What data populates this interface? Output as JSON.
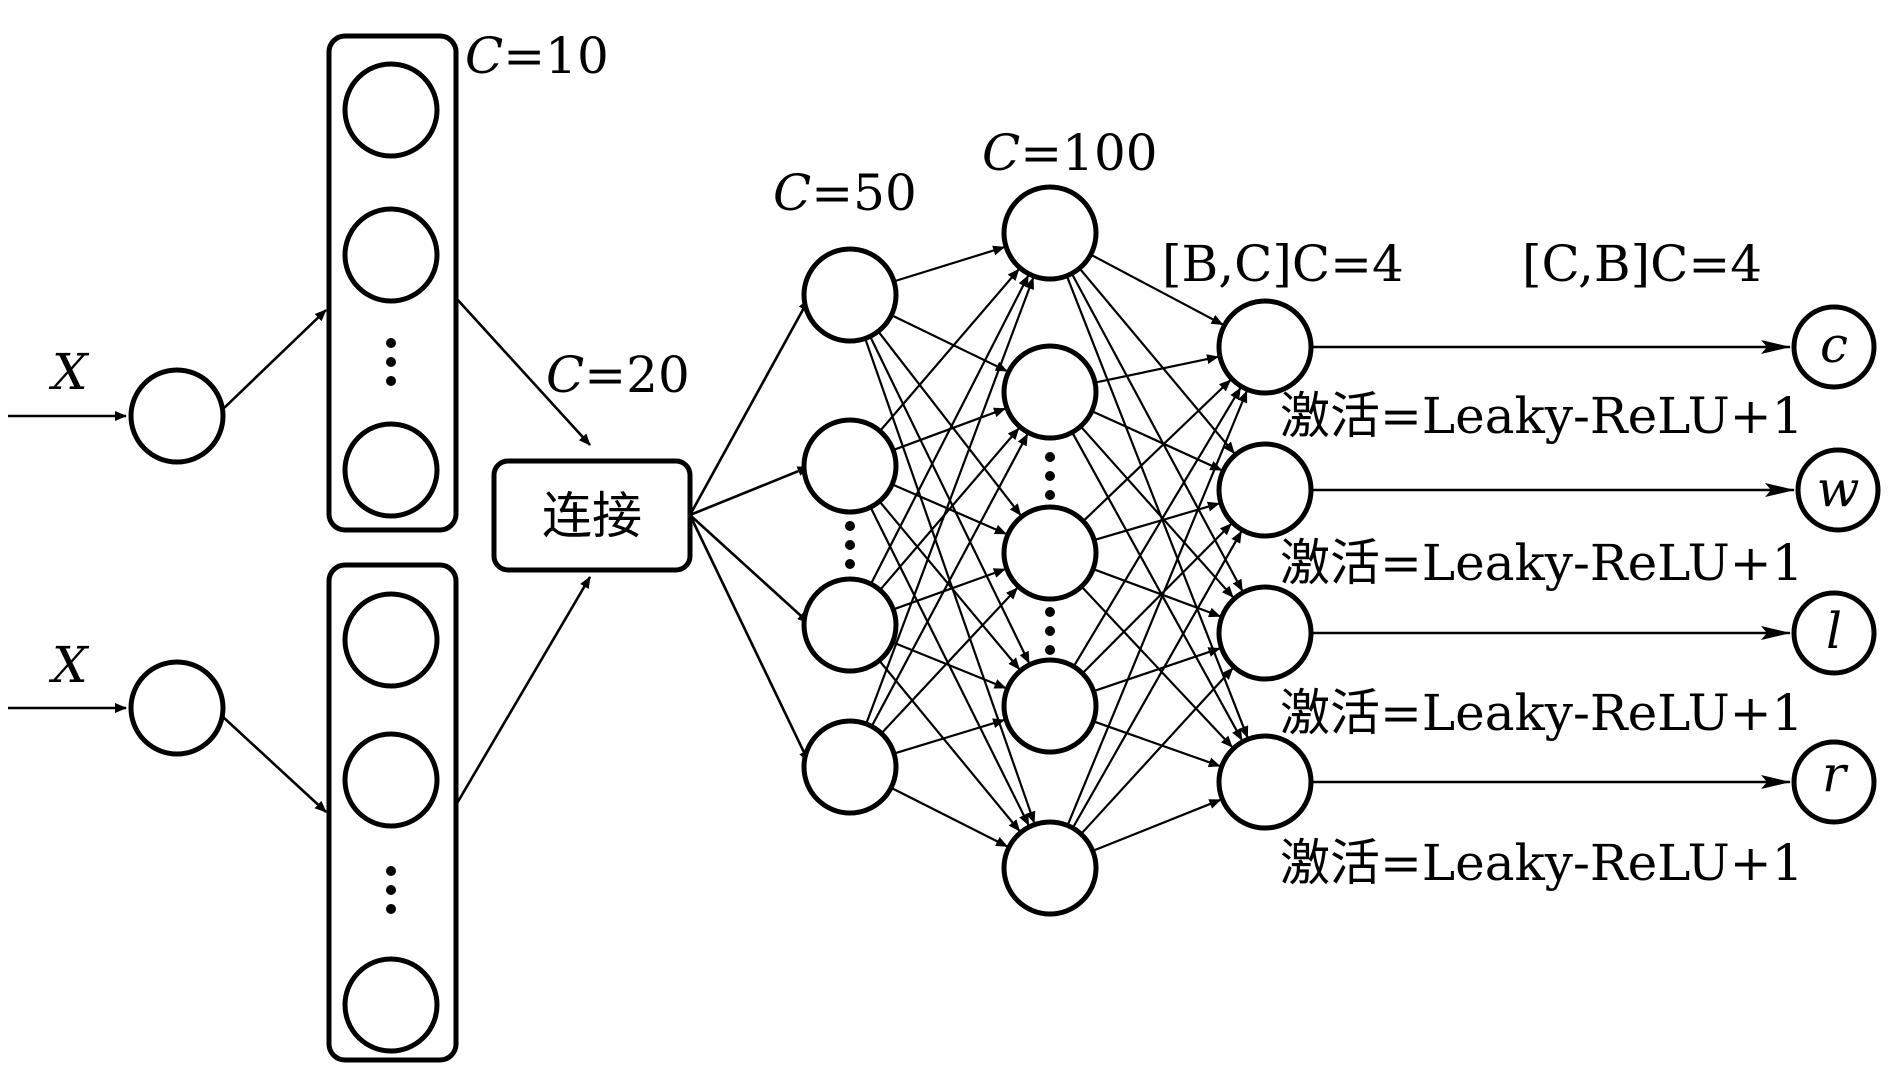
{
  "input_labels": [
    "X",
    "X"
  ],
  "layer_labels": {
    "branch": {
      "prefix": "C",
      "suffix": "=10"
    },
    "concat": {
      "prefix": "C",
      "suffix": "=20"
    },
    "hidden1": {
      "prefix": "C",
      "suffix": "=50"
    },
    "hidden2": {
      "prefix": "C",
      "suffix": "=100"
    },
    "output_shape": {
      "text": "[B,C]C=4"
    },
    "final_shape": {
      "text": "[C,B]C=4"
    }
  },
  "concat_box": {
    "label": "连接"
  },
  "outputs": [
    {
      "symbol": "c",
      "activation_prefix": "激活",
      "activation_suffix": "=Leaky-ReLU+1"
    },
    {
      "symbol": "w",
      "activation_prefix": "激活",
      "activation_suffix": "=Leaky-ReLU+1"
    },
    {
      "symbol": "l",
      "activation_prefix": "激活",
      "activation_suffix": "=Leaky-ReLU+1"
    },
    {
      "symbol": "r",
      "activation_prefix": "激活",
      "activation_suffix": "=Leaky-ReLU+1"
    }
  ]
}
